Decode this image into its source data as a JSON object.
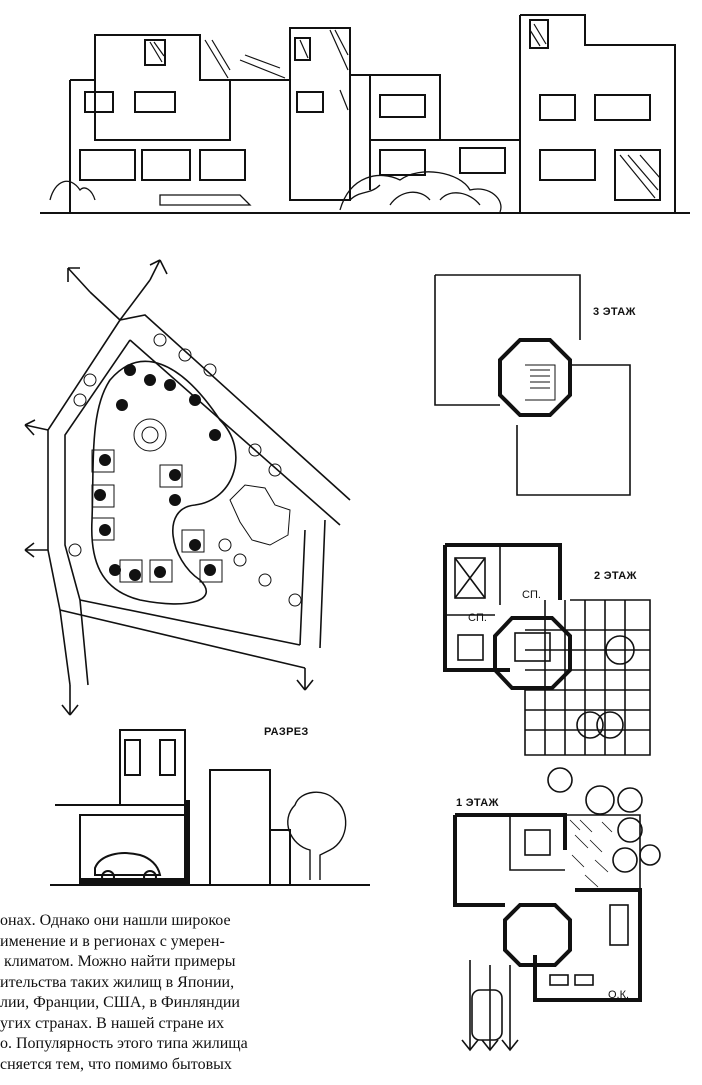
{
  "labels": {
    "floor3": "3 ЭТАЖ",
    "floor2": "2 ЭТАЖ",
    "floor1": "1 ЭТАЖ",
    "section": "РАЗРЕЗ",
    "room_sp1": "СП.",
    "room_sp2": "СП.",
    "room_ok": "О.К."
  },
  "text_lines": [
    "онах. Однако они нашли широкое",
    "именение и в регионах с умерен-",
    " климатом. Можно найти примеры",
    "ительства таких жилищ в Японии,",
    "лии, Франции, США, в Финляндии",
    "угих странах. В нашей стране их",
    "о. Популярность этого типа жилища",
    "сняется тем, что помимо бытовых"
  ]
}
